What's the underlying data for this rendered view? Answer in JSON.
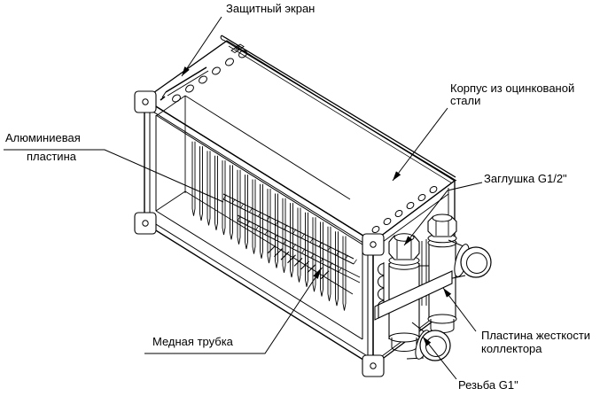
{
  "diagram": {
    "type": "technical-illustration",
    "subject": "duct water heater exploded view with callouts",
    "colors": {
      "background": "#ffffff",
      "line": "#000000",
      "text": "#000000"
    }
  },
  "labels": {
    "protective_screen": "Защитный экран",
    "housing": {
      "line1": "Корпус из оцинкованой",
      "line2": "стали"
    },
    "aluminum_plate": {
      "line1": "Алюминиевая",
      "line2": "пластина"
    },
    "plug": "Заглушка G1/2\"",
    "copper_tube": "Медная трубка",
    "stiffener": {
      "line1": "Пластина жесткости",
      "line2": "коллектора"
    },
    "thread": "Резьба G1\""
  }
}
